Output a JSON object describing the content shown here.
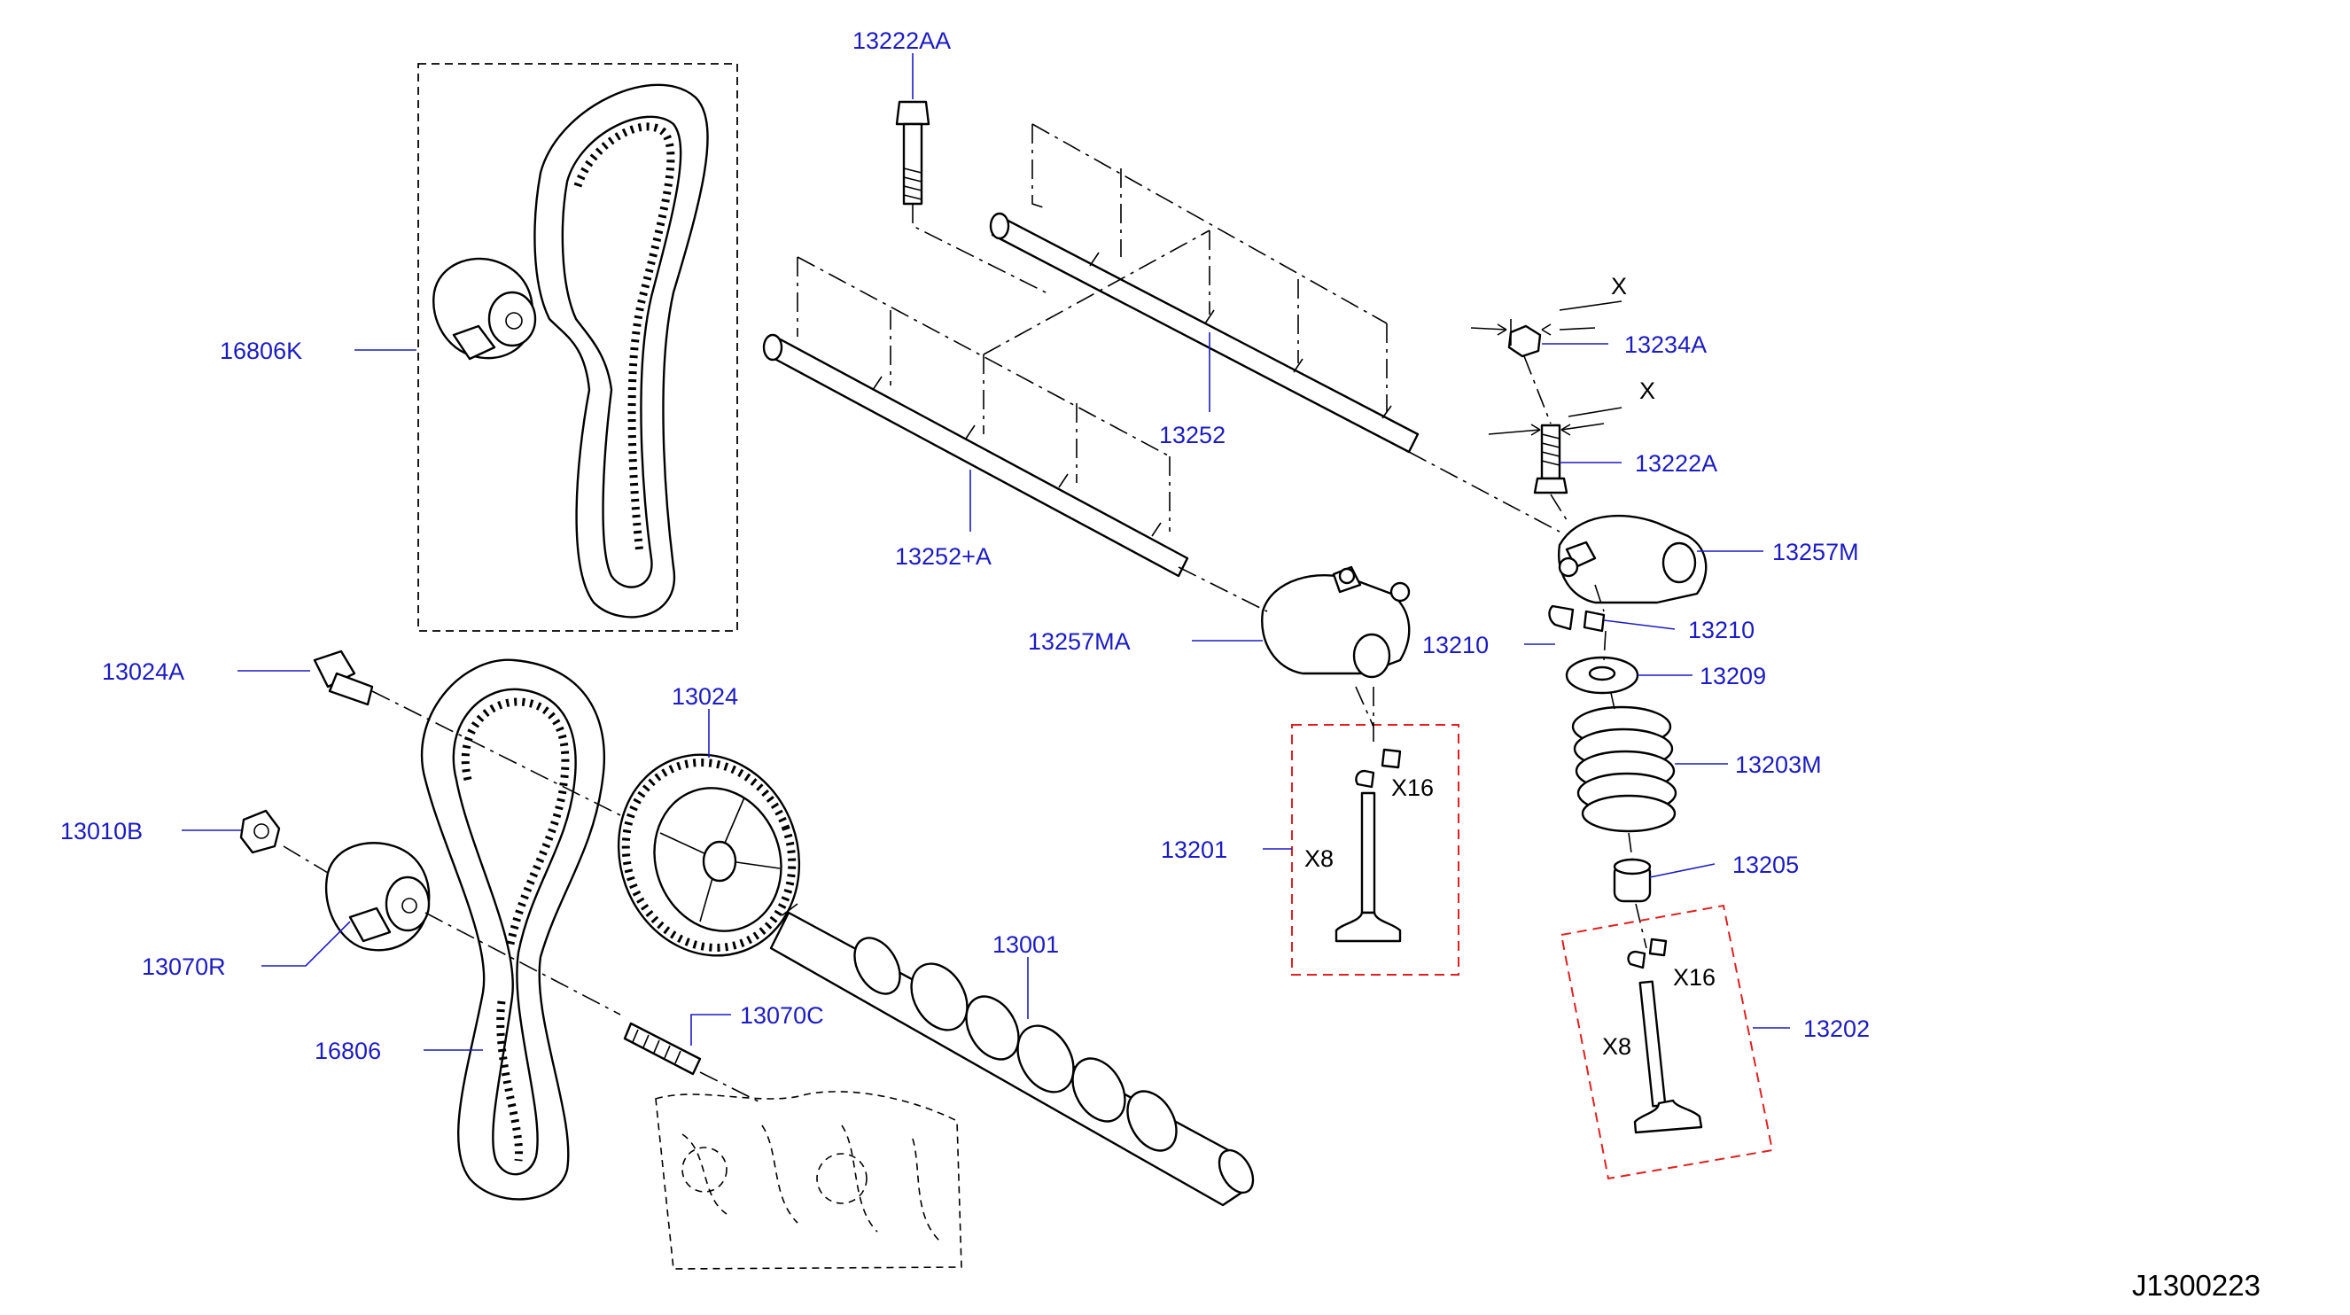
{
  "diagram": {
    "reference_code": "J1300223",
    "colors": {
      "callout": "#1c1cc4",
      "group_box": "#e02020",
      "line": "#000000"
    },
    "callouts": {
      "p13222AA": "13222AA",
      "p16806K": "16806K",
      "p13252": "13252",
      "p13252A": "13252+A",
      "p13234A": "13234A",
      "p13222A": "13222A",
      "p13257M": "13257M",
      "p13257MA": "13257MA",
      "p13210L": "13210",
      "p13210R": "13210",
      "p13209": "13209",
      "p13203M": "13203M",
      "p13024A": "13024A",
      "p13024": "13024",
      "p13010B": "13010B",
      "p13201": "13201",
      "p13205": "13205",
      "p13070R": "13070R",
      "p13001": "13001",
      "p13202": "13202",
      "p16806": "16806",
      "p13070C": "13070C"
    },
    "marks": {
      "x_upper": "X",
      "x_lower": "X",
      "qty_x16_left": "X16",
      "qty_x8_left": "X8",
      "qty_x16_right": "X16",
      "qty_x8_right": "X8"
    }
  }
}
